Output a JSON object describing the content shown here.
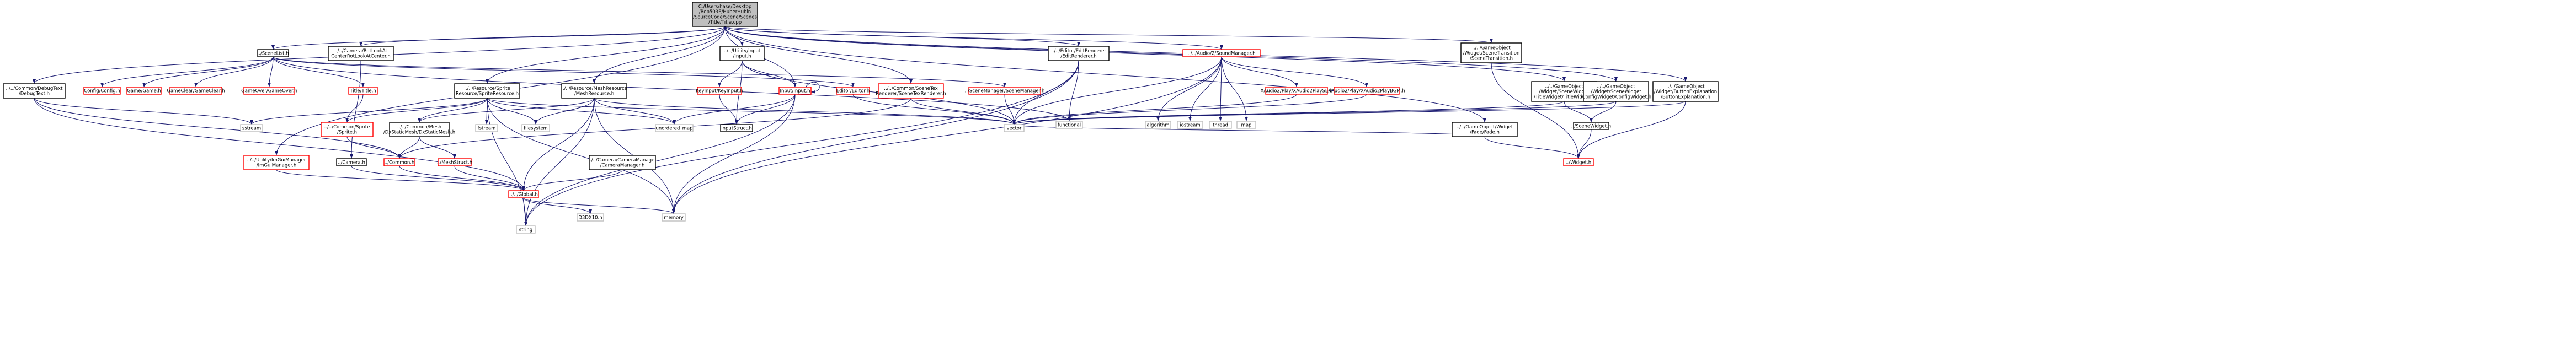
{
  "colors": {
    "edge": "#191970",
    "root_fill": "#bfbfbf",
    "node_fill": "#ffffff",
    "border_documented": "#000000",
    "border_undocumented": "#ff0000",
    "border_system": "#bfbfbf",
    "text": "#000000",
    "system_text": "#000000"
  },
  "nodes": [
    {
      "id": "root",
      "kind": "root",
      "lines": [
        "C:/Users/hase/Desktop",
        "/Rep503E/HuberHubin",
        "/SourceCode/Scene/Scenes",
        "/Title/Title.cpp"
      ]
    },
    {
      "id": "scenelist",
      "kind": "doc",
      "lines": [
        "../SceneList.h"
      ]
    },
    {
      "id": "camerafps",
      "kind": "doc",
      "lines": [
        "../../Camera/RotLookAt",
        "CenterRotLookAtCenter.h"
      ]
    },
    {
      "id": "utilinput",
      "kind": "doc",
      "lines": [
        "../../Utility/Input",
        "/Input.h"
      ]
    },
    {
      "id": "editrender",
      "kind": "doc",
      "lines": [
        "../../Editor/EditRenderer",
        "/EditRenderer.h"
      ]
    },
    {
      "id": "soundmgr",
      "kind": "undoc",
      "lines": [
        "../../Audio/2/SoundManager.h"
      ]
    },
    {
      "id": "scenetrans",
      "kind": "doc",
      "lines": [
        "../../GameObject",
        "/Widget/SceneTransition",
        "/SceneTransition.h"
      ]
    },
    {
      "id": "titlewidget",
      "kind": "doc",
      "lines": [
        "../../GameObject",
        "/Widget/SceneWidget",
        "/TitleWidget/TitleWidget.h"
      ]
    },
    {
      "id": "configwidget",
      "kind": "doc",
      "lines": [
        "../../GameObject",
        "/Widget/SceneWidget",
        "/ConfigWidget/ConfigWidget.h"
      ]
    },
    {
      "id": "btnexp",
      "kind": "doc",
      "lines": [
        "../../GameObject",
        "/Widget/ButtonExplanation",
        "/ButtonExplanation.h"
      ]
    },
    {
      "id": "debugtext",
      "kind": "doc",
      "lines": [
        "../../Common/DebugText",
        "/DebugText.h"
      ]
    },
    {
      "id": "config",
      "kind": "undoc",
      "lines": [
        "Config/Config.h"
      ]
    },
    {
      "id": "game",
      "kind": "undoc",
      "lines": [
        "Game/Game.h"
      ]
    },
    {
      "id": "gameclear",
      "kind": "undoc",
      "lines": [
        "GameClear/GameClear.h"
      ]
    },
    {
      "id": "gameover",
      "kind": "undoc",
      "lines": [
        "GameOver/GameOver.h"
      ]
    },
    {
      "id": "title",
      "kind": "undoc",
      "lines": [
        "Title/Title.h"
      ]
    },
    {
      "id": "spriteres",
      "kind": "doc",
      "lines": [
        "../../Resource/Sprite",
        "Resource/SpriteResource.h"
      ]
    },
    {
      "id": "meshres",
      "kind": "doc",
      "lines": [
        "../../Resource/MeshResource",
        "/MeshResource.h"
      ]
    },
    {
      "id": "keyinput",
      "kind": "undoc",
      "lines": [
        "KeyInput/KeyInput.h"
      ]
    },
    {
      "id": "inputh",
      "kind": "undoc",
      "lines": [
        "Input/Input.h"
      ]
    },
    {
      "id": "editor",
      "kind": "undoc",
      "lines": [
        "Editor/Editor.h"
      ]
    },
    {
      "id": "scenetexrender",
      "kind": "undoc",
      "lines": [
        "../../Common/SceneTex",
        "Renderer/SceneTexRenderer.h"
      ]
    },
    {
      "id": "scenemgr",
      "kind": "undoc",
      "lines": [
        "../SceneManager/SceneManager.h"
      ]
    },
    {
      "id": "functional",
      "kind": "sys",
      "lines": [
        "functional"
      ]
    },
    {
      "id": "algorithm",
      "kind": "sys",
      "lines": [
        "algorithm"
      ]
    },
    {
      "id": "iostream",
      "kind": "sys",
      "lines": [
        "iostream"
      ]
    },
    {
      "id": "thread",
      "kind": "sys",
      "lines": [
        "thread"
      ]
    },
    {
      "id": "map",
      "kind": "sys",
      "lines": [
        "map"
      ]
    },
    {
      "id": "playse",
      "kind": "undoc",
      "lines": [
        "XAudio2/Play/XAudio2PlaySE.h"
      ]
    },
    {
      "id": "playbgm",
      "kind": "undoc",
      "lines": [
        "XAudio2/Play/XAudio2PlayBGM.h"
      ]
    },
    {
      "id": "widgeth",
      "kind": "undoc",
      "lines": [
        "../Widget.h"
      ]
    },
    {
      "id": "scenewidget",
      "kind": "doc",
      "lines": [
        "../SceneWidget.h"
      ]
    },
    {
      "id": "fadefade",
      "kind": "doc",
      "lines": [
        "../../GameObject/Widget",
        "/Fade/Fade.h"
      ]
    },
    {
      "id": "sstream",
      "kind": "sys",
      "lines": [
        "sstream"
      ]
    },
    {
      "id": "sprite",
      "kind": "undoc",
      "lines": [
        "../../Common/Sprite",
        "/Sprite.h"
      ]
    },
    {
      "id": "staticmesh",
      "kind": "doc",
      "lines": [
        "../../Common/Mesh",
        "/DxStaticMesh/DxStaticMesh.h"
      ]
    },
    {
      "id": "fstream",
      "kind": "sys",
      "lines": [
        "fstream"
      ]
    },
    {
      "id": "filesystem",
      "kind": "sys",
      "lines": [
        "filesystem"
      ]
    },
    {
      "id": "unordered_map",
      "kind": "sys",
      "lines": [
        "unordered_map"
      ]
    },
    {
      "id": "inputstruct",
      "kind": "doc",
      "lines": [
        "InputStruct.h"
      ]
    },
    {
      "id": "vector",
      "kind": "sys",
      "lines": [
        "vector"
      ]
    },
    {
      "id": "imgui",
      "kind": "undoc",
      "lines": [
        "../../Utility/ImGuiManager",
        "/ImGuiManager.h"
      ]
    },
    {
      "id": "camerah",
      "kind": "doc",
      "lines": [
        "../Camera.h"
      ]
    },
    {
      "id": "common",
      "kind": "undoc",
      "lines": [
        "../Common.h"
      ]
    },
    {
      "id": "meshstruct",
      "kind": "undoc",
      "lines": [
        "../MeshStruct.h"
      ]
    },
    {
      "id": "cameramgr",
      "kind": "doc",
      "lines": [
        "../../Camera/CameraManager",
        "/CameraManager.h"
      ]
    },
    {
      "id": "global",
      "kind": "undoc",
      "lines": [
        "../../Global.h"
      ]
    },
    {
      "id": "d3dx10",
      "kind": "sys",
      "lines": [
        "D3DX10.h"
      ]
    },
    {
      "id": "string",
      "kind": "sys",
      "lines": [
        "string"
      ]
    },
    {
      "id": "memory",
      "kind": "sys",
      "lines": [
        "memory"
      ]
    }
  ],
  "edges": [
    [
      "root",
      "scenelist"
    ],
    [
      "root",
      "camerafps"
    ],
    [
      "root",
      "utilinput"
    ],
    [
      "root",
      "editrender"
    ],
    [
      "root",
      "soundmgr"
    ],
    [
      "root",
      "scenetrans"
    ],
    [
      "root",
      "titlewidget"
    ],
    [
      "root",
      "configwidget"
    ],
    [
      "root",
      "btnexp"
    ],
    [
      "root",
      "debugtext"
    ],
    [
      "root",
      "spriteres"
    ],
    [
      "root",
      "meshres"
    ],
    [
      "root",
      "scenetexrender"
    ],
    [
      "root",
      "imgui"
    ],
    [
      "root",
      "fadefade"
    ],
    [
      "root",
      "inputh"
    ],
    [
      "scenelist",
      "config"
    ],
    [
      "scenelist",
      "game"
    ],
    [
      "scenelist",
      "gameclear"
    ],
    [
      "scenelist",
      "gameover"
    ],
    [
      "scenelist",
      "title"
    ],
    [
      "scenelist",
      "scenemgr"
    ],
    [
      "scenelist",
      "functional"
    ],
    [
      "scenelist",
      "editor"
    ],
    [
      "title",
      "sprite"
    ],
    [
      "camerafps",
      "camerah"
    ],
    [
      "camerah",
      "global"
    ],
    [
      "utilinput",
      "keyinput"
    ],
    [
      "utilinput",
      "inputh"
    ],
    [
      "utilinput",
      "inputstruct"
    ],
    [
      "utilinput",
      "vector"
    ],
    [
      "keyinput",
      "inputstruct"
    ],
    [
      "inputh",
      "inputh"
    ],
    [
      "inputh",
      "inputstruct"
    ],
    [
      "inputh",
      "unordered_map"
    ],
    [
      "inputh",
      "memory"
    ],
    [
      "inputh",
      "string"
    ],
    [
      "editrender",
      "functional"
    ],
    [
      "editrender",
      "vector"
    ],
    [
      "editrender",
      "memory"
    ],
    [
      "editrender",
      "string"
    ],
    [
      "soundmgr",
      "algorithm"
    ],
    [
      "soundmgr",
      "iostream"
    ],
    [
      "soundmgr",
      "thread"
    ],
    [
      "soundmgr",
      "map"
    ],
    [
      "soundmgr",
      "playse"
    ],
    [
      "soundmgr",
      "playbgm"
    ],
    [
      "soundmgr",
      "vector"
    ],
    [
      "soundmgr",
      "memory"
    ],
    [
      "playse",
      "vector"
    ],
    [
      "playbgm",
      "vector"
    ],
    [
      "scenetrans",
      "widgeth"
    ],
    [
      "titlewidget",
      "scenewidget"
    ],
    [
      "titlewidget",
      "vector"
    ],
    [
      "scenewidget",
      "widgeth"
    ],
    [
      "configwidget",
      "scenewidget"
    ],
    [
      "configwidget",
      "vector"
    ],
    [
      "btnexp",
      "widgeth"
    ],
    [
      "btnexp",
      "vector"
    ],
    [
      "fadefade",
      "widgeth"
    ],
    [
      "debugtext",
      "sstream"
    ],
    [
      "debugtext",
      "common"
    ],
    [
      "debugtext",
      "global"
    ],
    [
      "spriteres",
      "sprite"
    ],
    [
      "spriteres",
      "staticmesh"
    ],
    [
      "spriteres",
      "fstream"
    ],
    [
      "spriteres",
      "filesystem"
    ],
    [
      "spriteres",
      "unordered_map"
    ],
    [
      "spriteres",
      "string"
    ],
    [
      "spriteres",
      "memory"
    ],
    [
      "spriteres",
      "vector"
    ],
    [
      "spriteres",
      "sstream"
    ],
    [
      "sprite",
      "common"
    ],
    [
      "staticmesh",
      "common"
    ],
    [
      "staticmesh",
      "meshstruct"
    ],
    [
      "meshres",
      "staticmesh"
    ],
    [
      "meshres",
      "filesystem"
    ],
    [
      "meshres",
      "unordered_map"
    ],
    [
      "meshres",
      "string"
    ],
    [
      "meshres",
      "memory"
    ],
    [
      "meshres",
      "vector"
    ],
    [
      "meshres",
      "global"
    ],
    [
      "scenetexrender",
      "common"
    ],
    [
      "scenetexrender",
      "vector"
    ],
    [
      "scenemgr",
      "vector"
    ],
    [
      "editor",
      "vector"
    ],
    [
      "cameramgr",
      "global"
    ],
    [
      "imgui",
      "global"
    ],
    [
      "common",
      "global"
    ],
    [
      "meshstruct",
      "global"
    ],
    [
      "global",
      "d3dx10"
    ],
    [
      "global",
      "string"
    ],
    [
      "global",
      "memory"
    ],
    [
      "fadefade",
      "vector"
    ]
  ]
}
